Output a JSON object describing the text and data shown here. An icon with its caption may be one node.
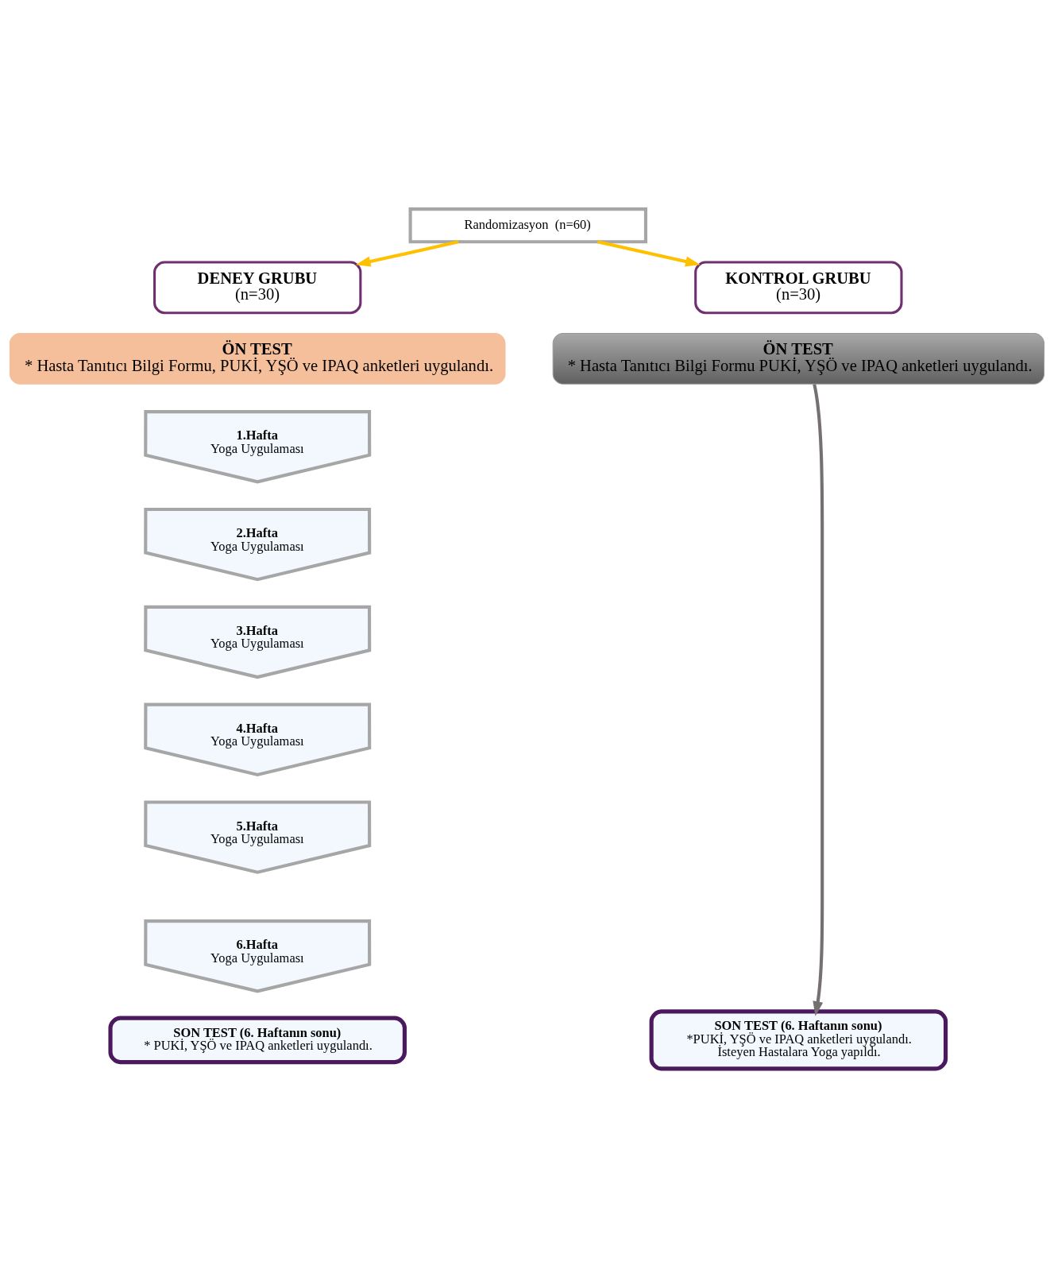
{
  "diagram": {
    "nodes": [
      {
        "text": [
          "Randomizasyon  (n=60)"
        ]
      },
      {
        "text": [
          "DENEY GRUBU",
          "(n=30)"
        ]
      },
      {
        "text": [
          "KONTROL GRUBU",
          "(n=30)"
        ]
      },
      {
        "text": [
          "ÖN TEST",
          "* Hasta Tanıtıcı Bilgi Formu, PUKİ, YŞÖ ve IPAQ anketleri uygulandı."
        ]
      },
      {
        "text": [
          "ÖN TEST",
          "* Hasta Tanıtıcı Bilgi Formu PUKİ, YŞÖ ve IPAQ anketleri uygulandı."
        ]
      },
      {
        "text": [
          "1.Hafta",
          "Yoga Uygulaması"
        ]
      },
      {
        "text": [
          "2.Hafta",
          "Yoga Uygulaması"
        ]
      },
      {
        "text": [
          "3.Hafta",
          "Yoga Uygulaması"
        ]
      },
      {
        "text": [
          "4.Hafta",
          "Yoga Uygulaması"
        ]
      },
      {
        "text": [
          "5.Hafta",
          "Yoga Uygulaması"
        ]
      },
      {
        "text": [
          "6.Hafta",
          "Yoga Uygulaması"
        ]
      },
      {
        "text": [
          "SON TEST (6. Haftanın sonu)",
          "* PUKİ, YŞÖ ve IPAQ anketleri uygulandı."
        ]
      },
      {
        "text": [
          "SON TEST (6. Haftanın sonu)",
          "*PUKİ, YŞÖ ve IPAQ anketleri uygulandı.",
          "İsteyen Hastalara Yoga yapıldı."
        ]
      }
    ],
    "edges": [
      {
        "from": 0,
        "to": 1,
        "arrow": "to",
        "color": "#ffc000"
      },
      {
        "from": 0,
        "to": 2,
        "arrow": "to",
        "color": "#ffc000"
      },
      {
        "from": 4,
        "to": 12,
        "arrow": "to",
        "color": "#767171"
      }
    ]
  }
}
